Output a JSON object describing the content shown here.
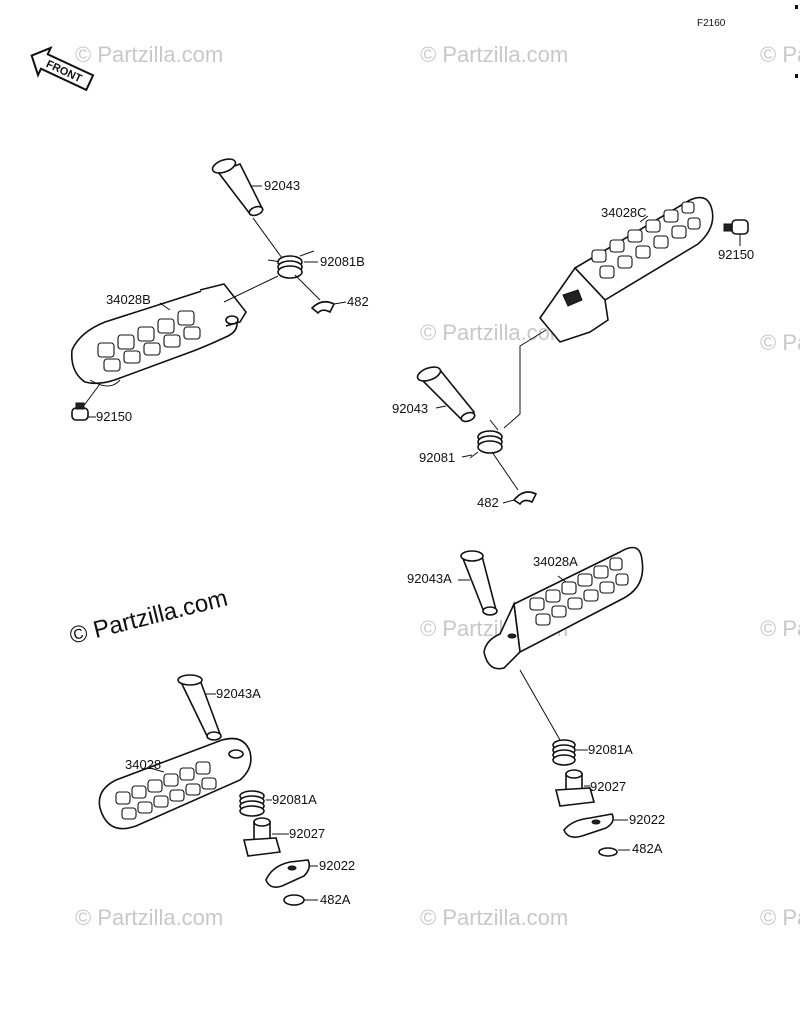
{
  "diagram_code": "F2160",
  "front_label": "FRONT",
  "watermark_main": "© Partzilla.com",
  "watermark_faint": "© Partzilla.com",
  "parts": {
    "tl_92043": "92043",
    "tl_92081b": "92081B",
    "tl_482": "482",
    "tl_34028b": "34028B",
    "tl_92150": "92150",
    "tr_34028c": "34028C",
    "tr_92150": "92150",
    "tr_92043": "92043",
    "tr_92081": "92081",
    "tr_482": "482",
    "bl_92043a": "92043A",
    "bl_34028": "34028",
    "bl_92081a": "92081A",
    "bl_92027": "92027",
    "bl_92022": "92022",
    "bl_482a": "482A",
    "br_92043a": "92043A",
    "br_34028a": "34028A",
    "br_92081a": "92081A",
    "br_92027": "92027",
    "br_92022": "92022",
    "br_482a": "482A"
  }
}
